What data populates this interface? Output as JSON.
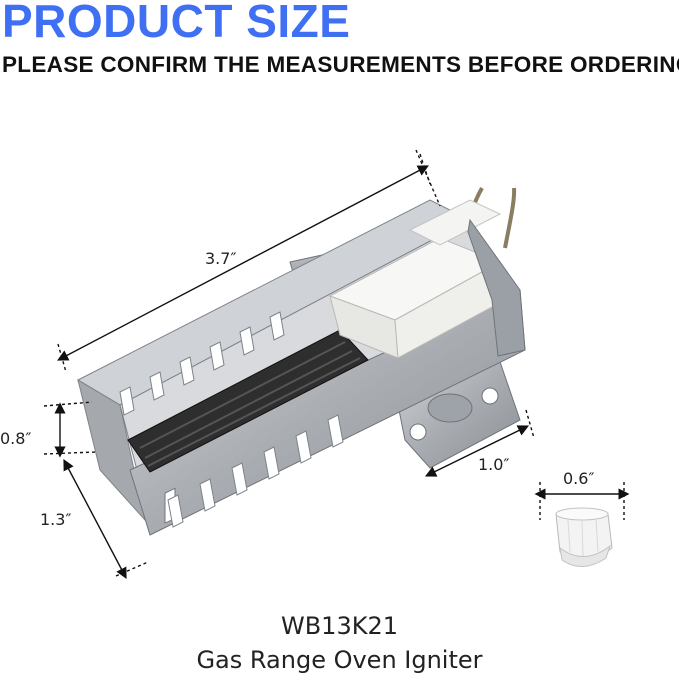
{
  "header": {
    "title": "PRODUCT SIZE",
    "subtitle": "PLEASE CONFIRM THE MEASUREMENTS BEFORE ORDERING"
  },
  "dimensions": {
    "length": "3.7″",
    "height": "0.8″",
    "depth": "1.3″",
    "bracket": "1.0″",
    "connector": "0.6″"
  },
  "product": {
    "model": "WB13K21",
    "description": "Gas Range Oven Igniter"
  },
  "colors": {
    "title": "#3f6ff2",
    "text": "#111111",
    "metal": "#b9bcc1",
    "metal_dark": "#7e838a",
    "ceramic": "#f1f1ef",
    "element": "#2a2a2a"
  }
}
